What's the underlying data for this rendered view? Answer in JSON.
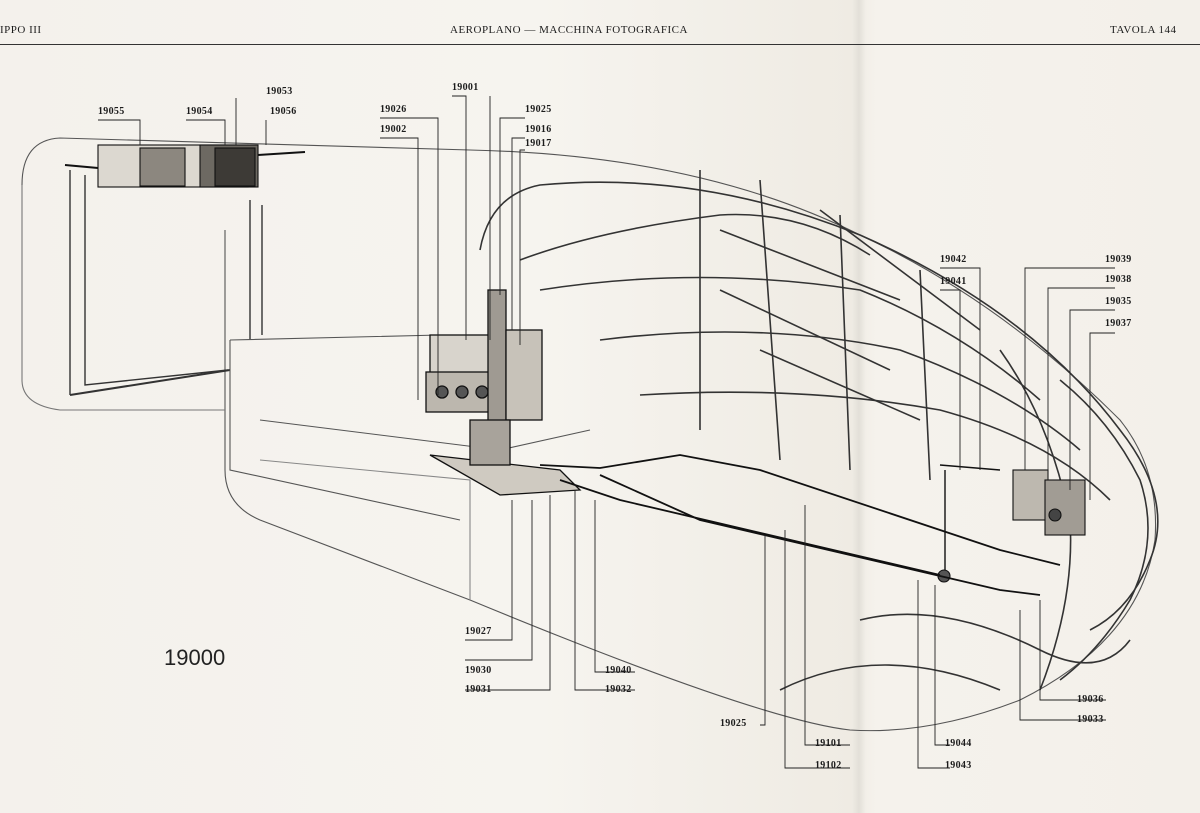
{
  "header": {
    "left": "IPPO III",
    "center": "AEROPLANO — MACCHINA FOTOGRAFICA",
    "right": "TAVOLA 144"
  },
  "figure_number": "19000",
  "part_labels": {
    "p19055": "19055",
    "p19054": "19054",
    "p19053": "19053",
    "p19056": "19056",
    "p19026": "19026",
    "p19002": "19002",
    "p19001": "19001",
    "p19025_top": "19025",
    "p19016": "19016",
    "p19017": "19017",
    "p19042": "19042",
    "p19041": "19041",
    "p19039": "19039",
    "p19038": "19038",
    "p19035": "19035",
    "p19037": "19037",
    "p19027": "19027",
    "p19030": "19030",
    "p19031": "19031",
    "p19040": "19040",
    "p19032": "19032",
    "p19025_bottom": "19025",
    "p19101": "19101",
    "p19102": "19102",
    "p19044": "19044",
    "p19043": "19043",
    "p19036": "19036",
    "p19033": "19033"
  }
}
